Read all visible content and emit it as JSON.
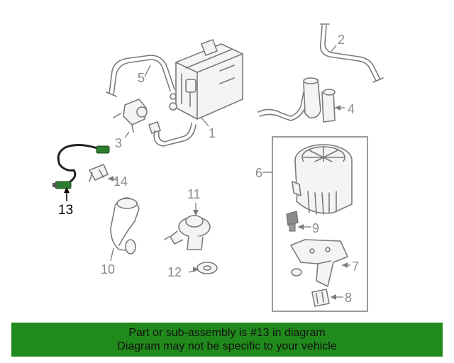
{
  "callouts": {
    "c1": "1",
    "c2": "2",
    "c3": "3",
    "c4": "4",
    "c5": "5",
    "c6": "6",
    "c7": "7",
    "c8": "8",
    "c9": "9",
    "c10": "10",
    "c11": "11",
    "c12": "12",
    "c13": "13",
    "c14": "14"
  },
  "highlight_part": "13",
  "colors": {
    "banner": "#218a1c",
    "highlight": "#000000",
    "line": "#7a7a7a",
    "sensor": "#2e7d32"
  },
  "banner": {
    "line1": "Part or sub-assembly is #13 in diagram",
    "line2": "Diagram may not be specific to your vehicle"
  }
}
